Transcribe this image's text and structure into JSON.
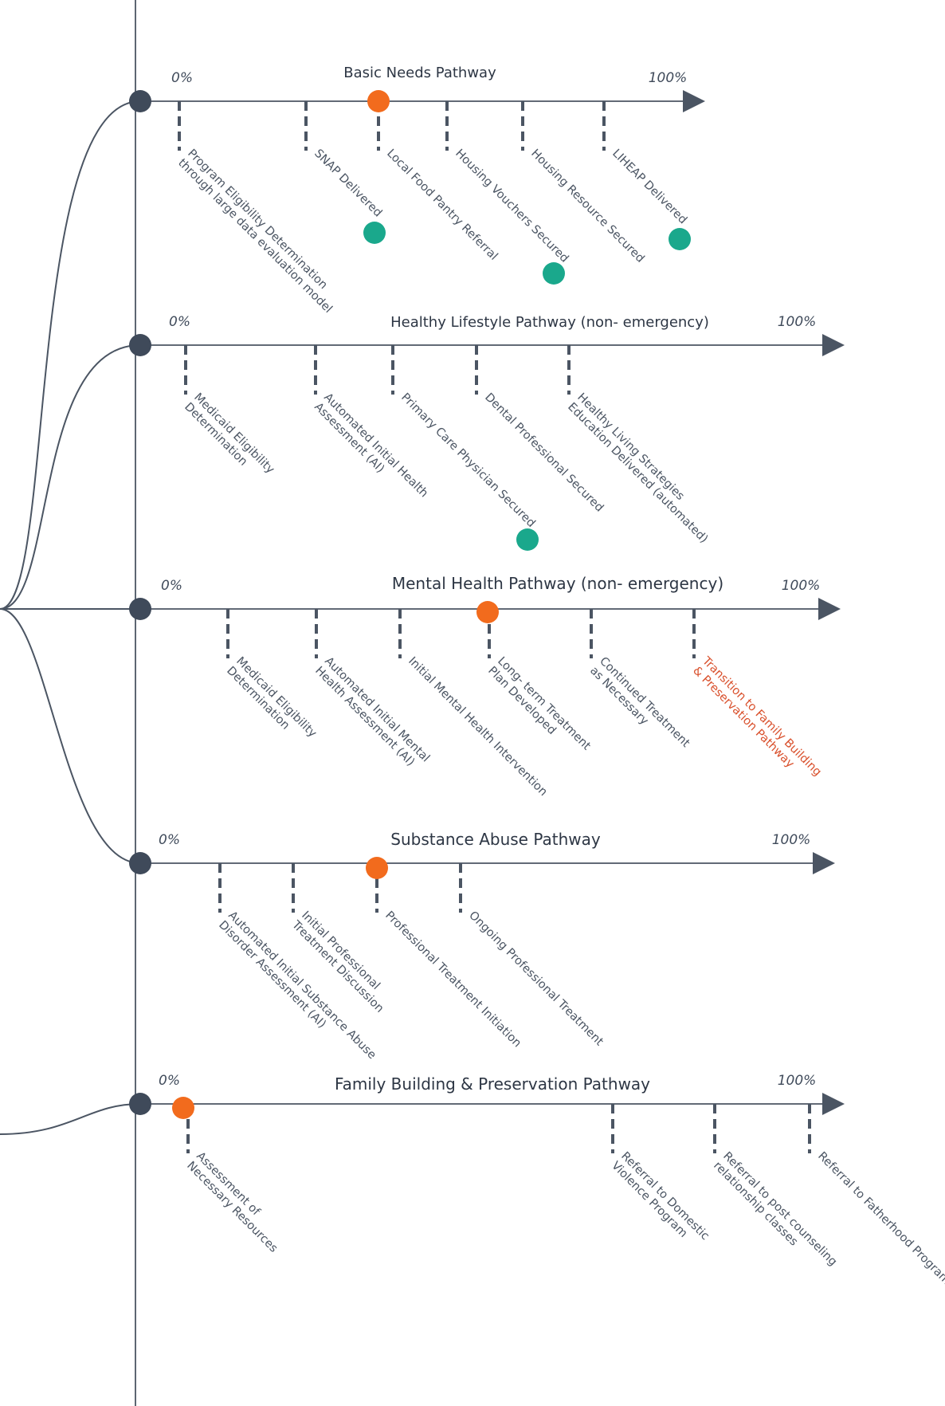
{
  "colors": {
    "axis": "#4b5563",
    "node": "#3f4a5a",
    "current": "#f26b1d",
    "completed": "#1aa88c",
    "accent_label": "#d9502c"
  },
  "pathways": [
    {
      "title": "Basic Needs Pathway",
      "start_label": "0%",
      "end_label": "100%",
      "milestones": [
        {
          "label": "Program Eligibility Determination through large data evaluation model"
        },
        {
          "label": "SNAP Delivered",
          "completed": true
        },
        {
          "label": "Local Food Pantry Referral",
          "current": true
        },
        {
          "label": "Housing Vouchers Secured",
          "completed": true
        },
        {
          "label": "Housing Resource Secured"
        },
        {
          "label": "LIHEAP Delivered",
          "completed": true
        }
      ]
    },
    {
      "title": "Healthy Lifestyle Pathway (non- emergency)",
      "start_label": "0%",
      "end_label": "100%",
      "milestones": [
        {
          "label": "Medicaid Eligibility Determination"
        },
        {
          "label": "Automated Initial Health Assessment (AI)"
        },
        {
          "label": "Primary Care Physician Secured",
          "completed": true
        },
        {
          "label": "Dental Professional Secured"
        },
        {
          "label": "Healthy Living Strategies Education Delivered (automated)"
        }
      ]
    },
    {
      "title": "Mental Health Pathway (non- emergency)",
      "start_label": "0%",
      "end_label": "100%",
      "milestones": [
        {
          "label": "Medicaid Eligibility Determination"
        },
        {
          "label": "Automated Initial Mental Health Assessment (AI)"
        },
        {
          "label": "Initial Mental Health Intervention"
        },
        {
          "label": "Long- term Treatment Plan Developed",
          "current": true
        },
        {
          "label": "Continued Treatment as Necessary"
        },
        {
          "label": "Transition to Family Building & Preservation Pathway",
          "accent": true
        }
      ]
    },
    {
      "title": "Substance Abuse Pathway",
      "start_label": "0%",
      "end_label": "100%",
      "milestones": [
        {
          "label": "Automated Initial Substance Abuse Disorder Assessment (AI)"
        },
        {
          "label": "Initial Professional Treatment Discussion"
        },
        {
          "label": "Professional Treatment Initiation",
          "current": true
        },
        {
          "label": "Ongoing Professional Treatment"
        }
      ]
    },
    {
      "title": "Family Building & Preservation Pathway",
      "start_label": "0%",
      "end_label": "100%",
      "milestones": [
        {
          "label": "Assessment of Necessary Resources",
          "current": true
        },
        {
          "label": "Referral to Domestic Violence Program"
        },
        {
          "label": "Referral to post counseling relationship classes"
        },
        {
          "label": "Referral to Fatherhood Program"
        }
      ]
    }
  ]
}
